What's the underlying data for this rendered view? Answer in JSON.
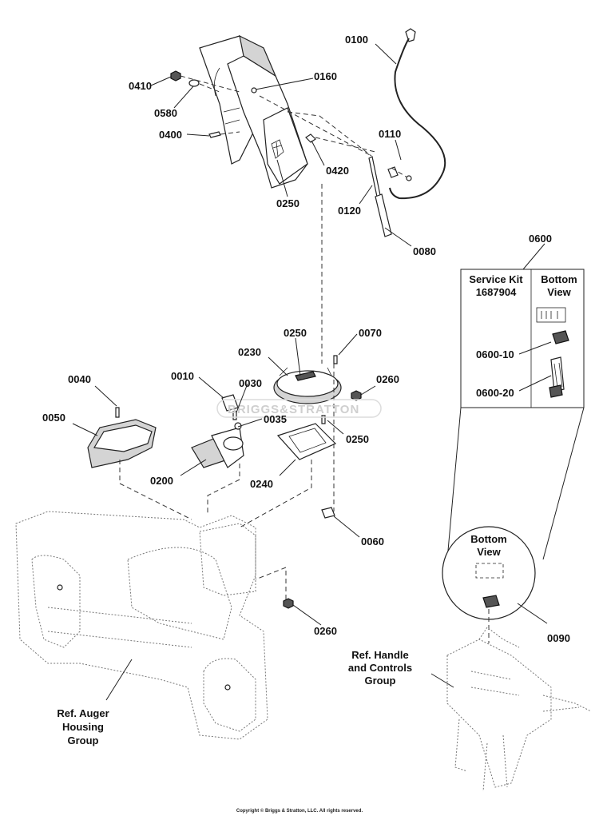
{
  "callouts": {
    "c0100": "0100",
    "c0410": "0410",
    "c0160": "0160",
    "c0580": "0580",
    "c0400": "0400",
    "c0110": "0110",
    "c0420": "0420",
    "c0250a": "0250",
    "c0120": "0120",
    "c0080": "0080",
    "c0600": "0600",
    "c0250b": "0250",
    "c0070": "0070",
    "c0230": "0230",
    "c0010": "0010",
    "c0040": "0040",
    "c0030": "0030",
    "c0260a": "0260",
    "c0050": "0050",
    "c0035": "0035",
    "c0250c": "0250",
    "c0200": "0200",
    "c0240": "0240",
    "c0060": "0060",
    "c0260b": "0260",
    "c0090": "0090",
    "c0600_10": "0600-10",
    "c0600_20": "0600-20"
  },
  "kit": {
    "service_kit": "Service Kit",
    "kit_number": "1687904",
    "bottom": "Bottom",
    "view": "View"
  },
  "detail": {
    "bottom": "Bottom",
    "view": "View"
  },
  "refs": {
    "handle_line1": "Ref. Handle",
    "handle_line2": "and Controls",
    "handle_line3": "Group",
    "auger_line1": "Ref. Auger",
    "auger_line2": "Housing",
    "auger_line3": "Group"
  },
  "watermark": "BRIGGS&STRATTON",
  "copyright": "Copyright © Briggs & Stratton, LLC. All rights reserved."
}
